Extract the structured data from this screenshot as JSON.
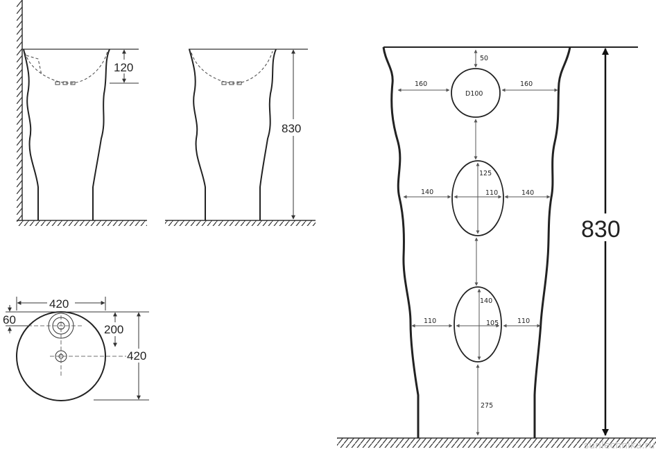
{
  "side_view_left": {
    "dim_depth": "120"
  },
  "side_view_right": {
    "dim_height": "830"
  },
  "top_view": {
    "dim_width": "420",
    "dim_offset": "60",
    "dim_drain": "200",
    "dim_depth": "420"
  },
  "front_view": {
    "top_gap": "50",
    "circle_label": "D100",
    "circle_left": "160",
    "circle_right": "160",
    "oval1_height": "125",
    "oval1_width": "110",
    "oval1_left": "140",
    "oval1_right": "140",
    "oval2_height": "140",
    "oval2_width": "105",
    "oval2_left": "110",
    "oval2_right": "110",
    "bottom_gap": "275",
    "total_height": "830"
  },
  "watermark": "sunlechnika.ru"
}
